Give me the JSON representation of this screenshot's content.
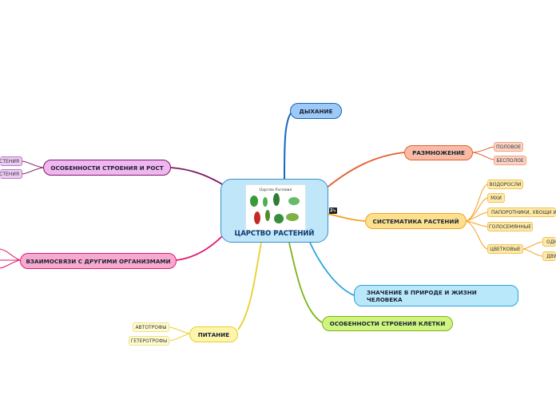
{
  "center": {
    "title": "ЦАРСТВО РАСТЕНИЙ",
    "image_caption": "Царство Растения"
  },
  "badge": "2↳",
  "nodes": {
    "dyhanie": "ДЫХАНИЕ",
    "razmnozhenie": "РАЗМНОЖЕНИЕ",
    "sistematika": "СИСТЕМАТИКА РАСТЕНИЙ",
    "znachenie": "ЗНАЧЕНИЕ В ПРИРОДЕ И ЖИЗНИ ЧЕЛОВЕКА",
    "kletki": "ОСОБЕННОСТИ СТРОЕНИЯ КЛЕТКИ",
    "pitanie": "ПИТАНИЕ",
    "vzaimosvyazi": "ВЗАИМОСВЯЗИ С ДРУГИМИ ОРГАНИЗМАМИ",
    "stroenie_rost": "ОСОБЕННОСТИ СТРОЕНИЯ И РОСТ"
  },
  "subs": {
    "polovoe": "ПОЛОВОЕ",
    "bespoloe": "БЕСПОЛОЕ",
    "vodorosli": "ВОДОРОСЛИ",
    "mhi": "МХИ",
    "paporotniki": "ПАПОРОТНИКИ, ХВОЩИ И П",
    "golosemyannye": "ГОЛОСЕМЯННЫЕ",
    "cvetkovye": "ЦВЕТКОВЫЕ",
    "odno": "ОДН",
    "dvu": "ДВУ",
    "avtotrofy": "АВТОТРОФЫ",
    "geterotrofy": "ГЕТЕРОТРОФЫ",
    "rasteniya1": "АСТЕНИЯ",
    "rasteniya2": "АСТЕНИЯ"
  },
  "colors": {
    "blue": "#1565c0",
    "orange_red": "#e65c2e",
    "orange": "#f5a020",
    "sky": "#2aa4dc",
    "green": "#7cb319",
    "yellow": "#e8cf2c",
    "pink": "#e0196f",
    "purple": "#7a1a66"
  }
}
